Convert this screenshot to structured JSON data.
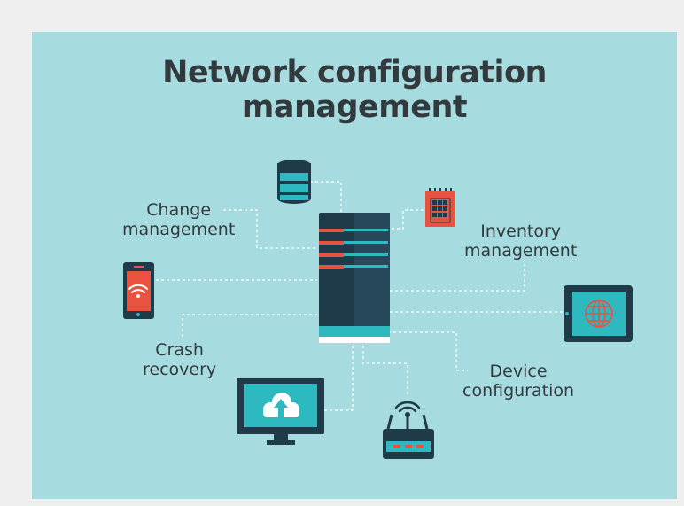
{
  "title": {
    "line1": "Network configuration",
    "line2": "management"
  },
  "labels": {
    "change": {
      "line1": "Change",
      "line2": "management"
    },
    "inventory": {
      "line1": "Inventory",
      "line2": "management"
    },
    "crash": {
      "line1": "Crash",
      "line2": "recovery"
    },
    "device": {
      "line1": "Device",
      "line2": "configuration"
    }
  },
  "icons": [
    "database-icon",
    "chip-icon",
    "smartphone-wifi-icon",
    "tablet-globe-icon",
    "cloud-upload-monitor-icon",
    "router-icon",
    "server-icon"
  ],
  "colors": {
    "background": "#a6dce0",
    "dark": "#1f3a48",
    "teal": "#2eb8bf",
    "accent": "#e8533f",
    "connector": "#ffffff"
  }
}
